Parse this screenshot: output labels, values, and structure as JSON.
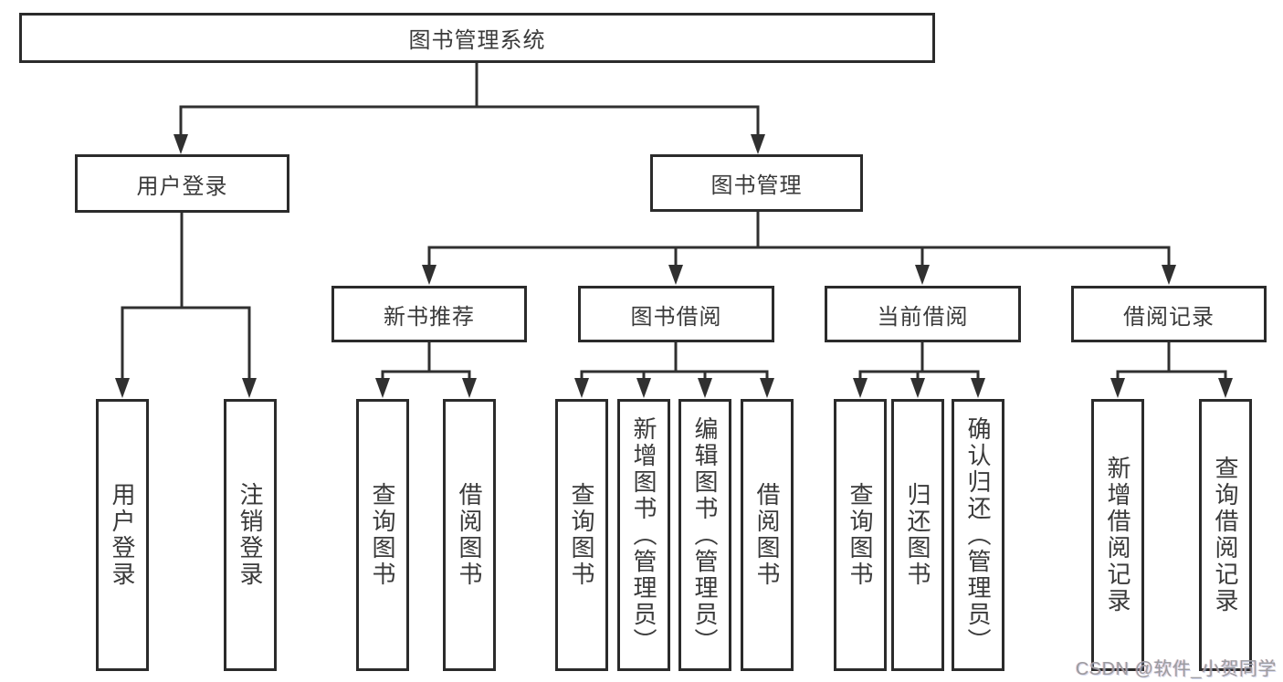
{
  "colors": {
    "background": "#ffffff",
    "box_border": "#2b2b2b",
    "connector_line": "#303030",
    "text": "#3a3a3a",
    "watermark": "#9c9ca1"
  },
  "tree": {
    "root": {
      "label": "图书管理系统"
    },
    "user_login": {
      "label": "用户登录",
      "children": {
        "login": {
          "label": "用户登录"
        },
        "logout": {
          "label": "注销登录"
        }
      }
    },
    "book_mgmt": {
      "label": "图书管理",
      "children": {
        "new_book_rec": {
          "label": "新书推荐",
          "children": {
            "query_book": {
              "label": "查询图书"
            },
            "borrow_book": {
              "label": "借阅图书"
            }
          }
        },
        "book_borrow": {
          "label": "图书借阅",
          "children": {
            "query_book": {
              "label": "查询图书"
            },
            "add_book": {
              "label": "新增图书（管理员）"
            },
            "edit_book": {
              "label": "编辑图书（管理员）"
            },
            "borrow_book": {
              "label": "借阅图书"
            }
          }
        },
        "current_borrow": {
          "label": "当前借阅",
          "children": {
            "query_book": {
              "label": "查询图书"
            },
            "return_book": {
              "label": "归还图书"
            },
            "confirm_return": {
              "label": "确认归还（管理员）"
            }
          }
        },
        "borrow_records": {
          "label": "借阅记录",
          "children": {
            "add_record": {
              "label": "新增借阅记录"
            },
            "query_record": {
              "label": "查询借阅记录"
            }
          }
        }
      }
    }
  },
  "watermark": {
    "text": "CSDN @软件_小贺同学"
  }
}
